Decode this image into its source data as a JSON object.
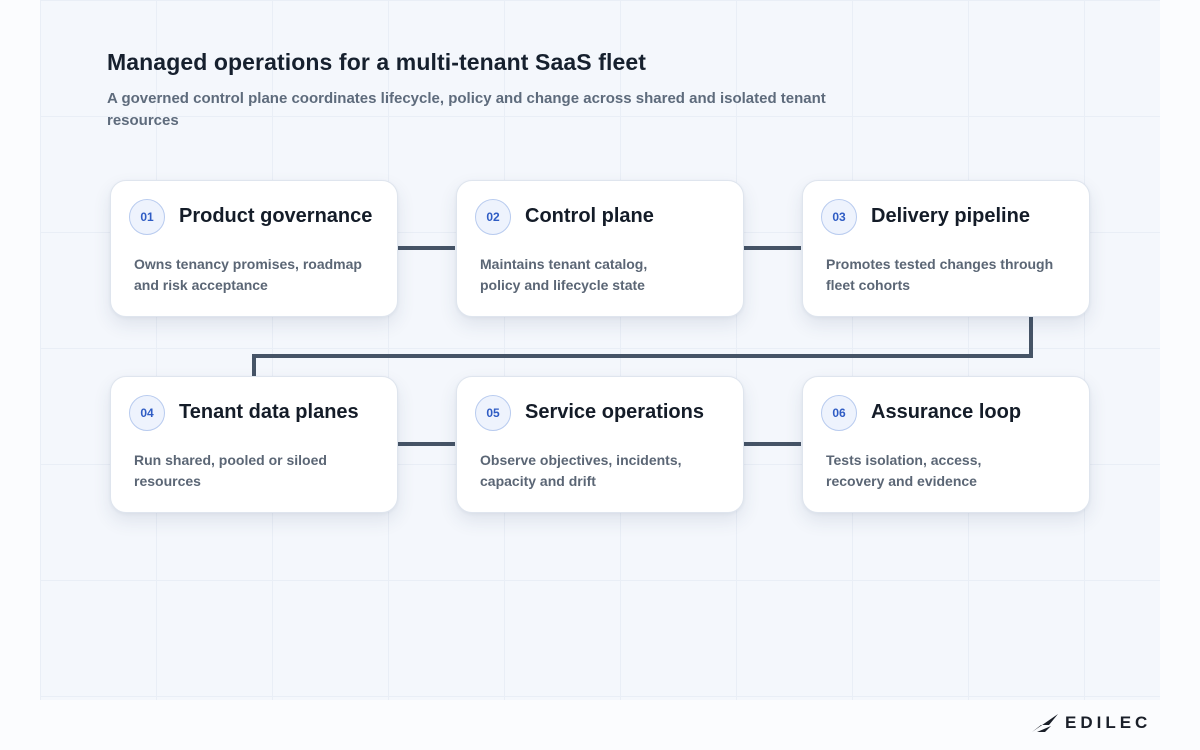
{
  "header": {
    "title": "Managed operations for a multi-tenant SaaS fleet",
    "subtitle": "A governed control plane coordinates lifecycle, policy and change across shared and isolated tenant resources"
  },
  "steps": [
    {
      "number": "01",
      "title": "Product governance",
      "description": "Owns tenancy promises, roadmap and risk acceptance"
    },
    {
      "number": "02",
      "title": "Control plane",
      "description": "Maintains tenant catalog, policy and lifecycle state"
    },
    {
      "number": "03",
      "title": "Delivery pipeline",
      "description": "Promotes tested changes through fleet cohorts"
    },
    {
      "number": "04",
      "title": "Tenant data planes",
      "description": "Run shared, pooled or siloed resources"
    },
    {
      "number": "05",
      "title": "Service operations",
      "description": "Observe objectives, incidents, capacity and drift"
    },
    {
      "number": "06",
      "title": "Assurance loop",
      "description": "Tests isolation, access, recovery and evidence"
    }
  ],
  "brand": {
    "name": "EDILEC"
  },
  "colors": {
    "connector": "#465466",
    "badge_text": "#2f5cc4",
    "title_text": "#16202e"
  }
}
